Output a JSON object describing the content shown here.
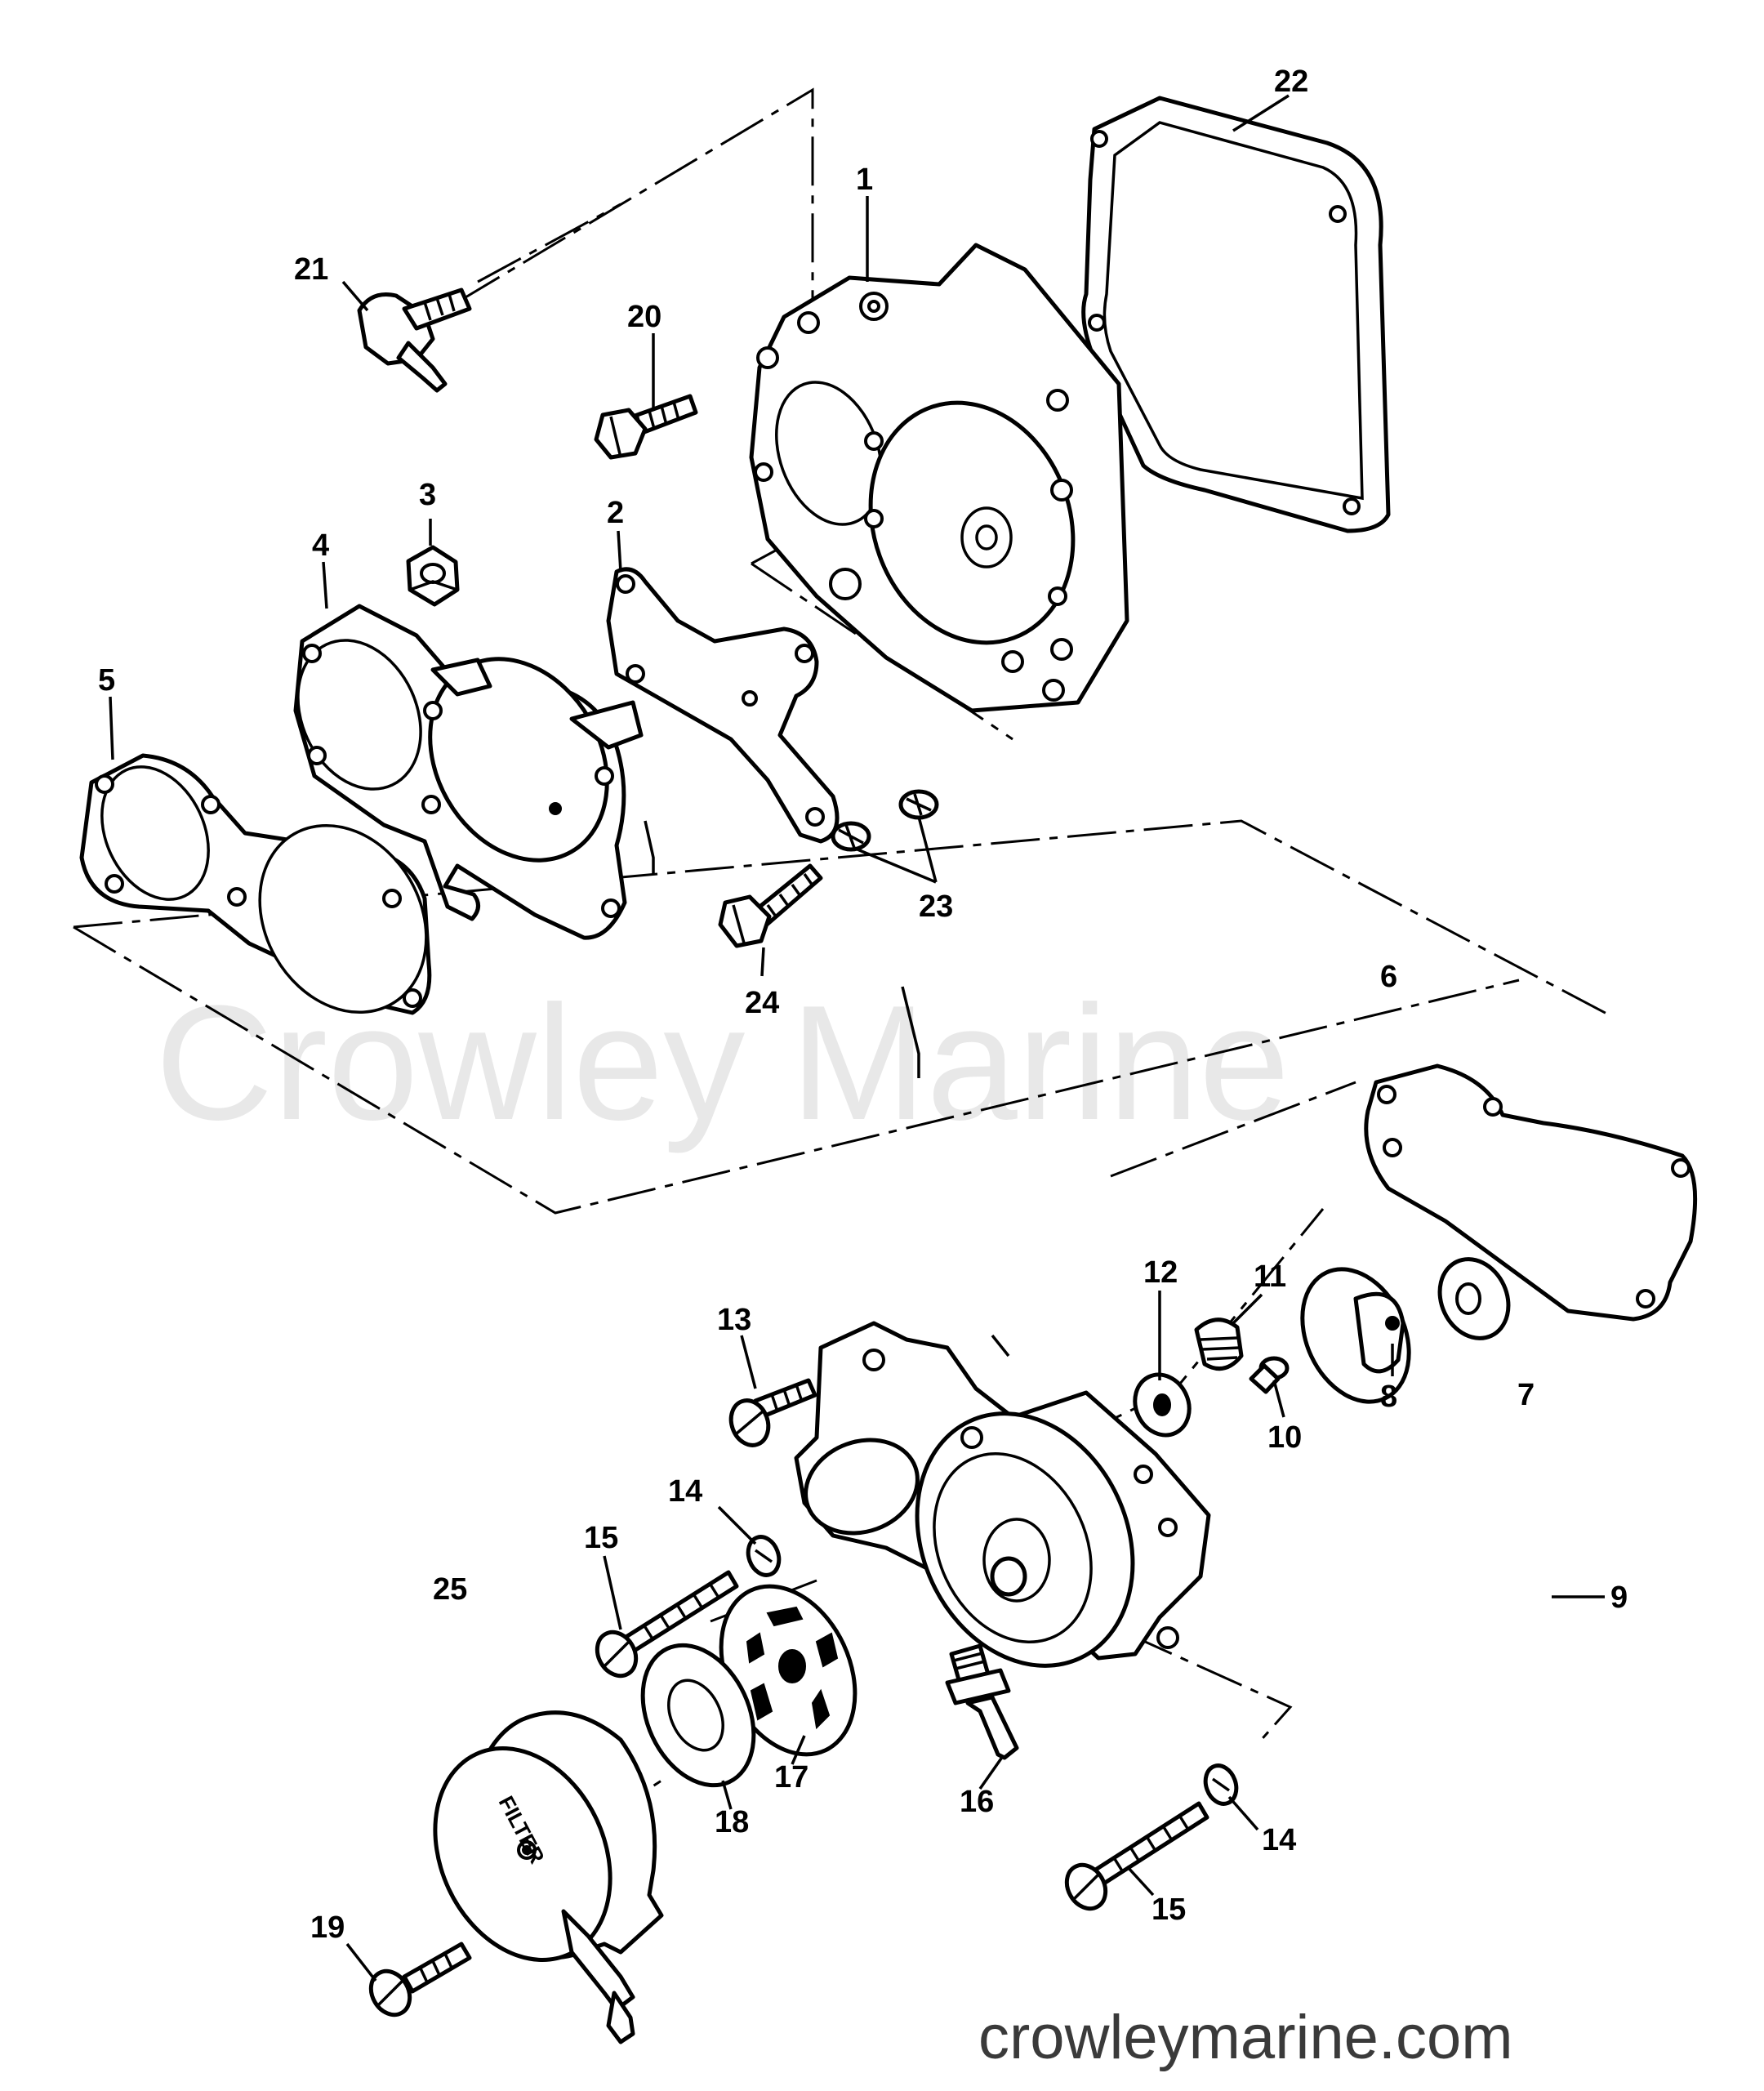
{
  "diagram": {
    "callouts": [
      {
        "id": "1",
        "label": "1"
      },
      {
        "id": "2",
        "label": "2"
      },
      {
        "id": "3",
        "label": "3"
      },
      {
        "id": "4",
        "label": "4"
      },
      {
        "id": "5",
        "label": "5"
      },
      {
        "id": "6",
        "label": "6"
      },
      {
        "id": "7",
        "label": "7"
      },
      {
        "id": "8",
        "label": "8"
      },
      {
        "id": "9",
        "label": "9"
      },
      {
        "id": "10",
        "label": "10"
      },
      {
        "id": "11",
        "label": "11"
      },
      {
        "id": "12",
        "label": "12"
      },
      {
        "id": "13",
        "label": "13"
      },
      {
        "id": "14a",
        "label": "14"
      },
      {
        "id": "14b",
        "label": "14"
      },
      {
        "id": "15a",
        "label": "15"
      },
      {
        "id": "15b",
        "label": "15"
      },
      {
        "id": "16",
        "label": "16"
      },
      {
        "id": "17",
        "label": "17"
      },
      {
        "id": "18",
        "label": "18"
      },
      {
        "id": "19",
        "label": "19"
      },
      {
        "id": "20",
        "label": "20"
      },
      {
        "id": "21",
        "label": "21"
      },
      {
        "id": "22",
        "label": "22"
      },
      {
        "id": "23",
        "label": "23"
      },
      {
        "id": "24",
        "label": "24"
      },
      {
        "id": "25",
        "label": "25"
      }
    ],
    "filter_marking": "FILTER",
    "watermark": "Crowley Marine",
    "website": "crowleymarine.com"
  }
}
